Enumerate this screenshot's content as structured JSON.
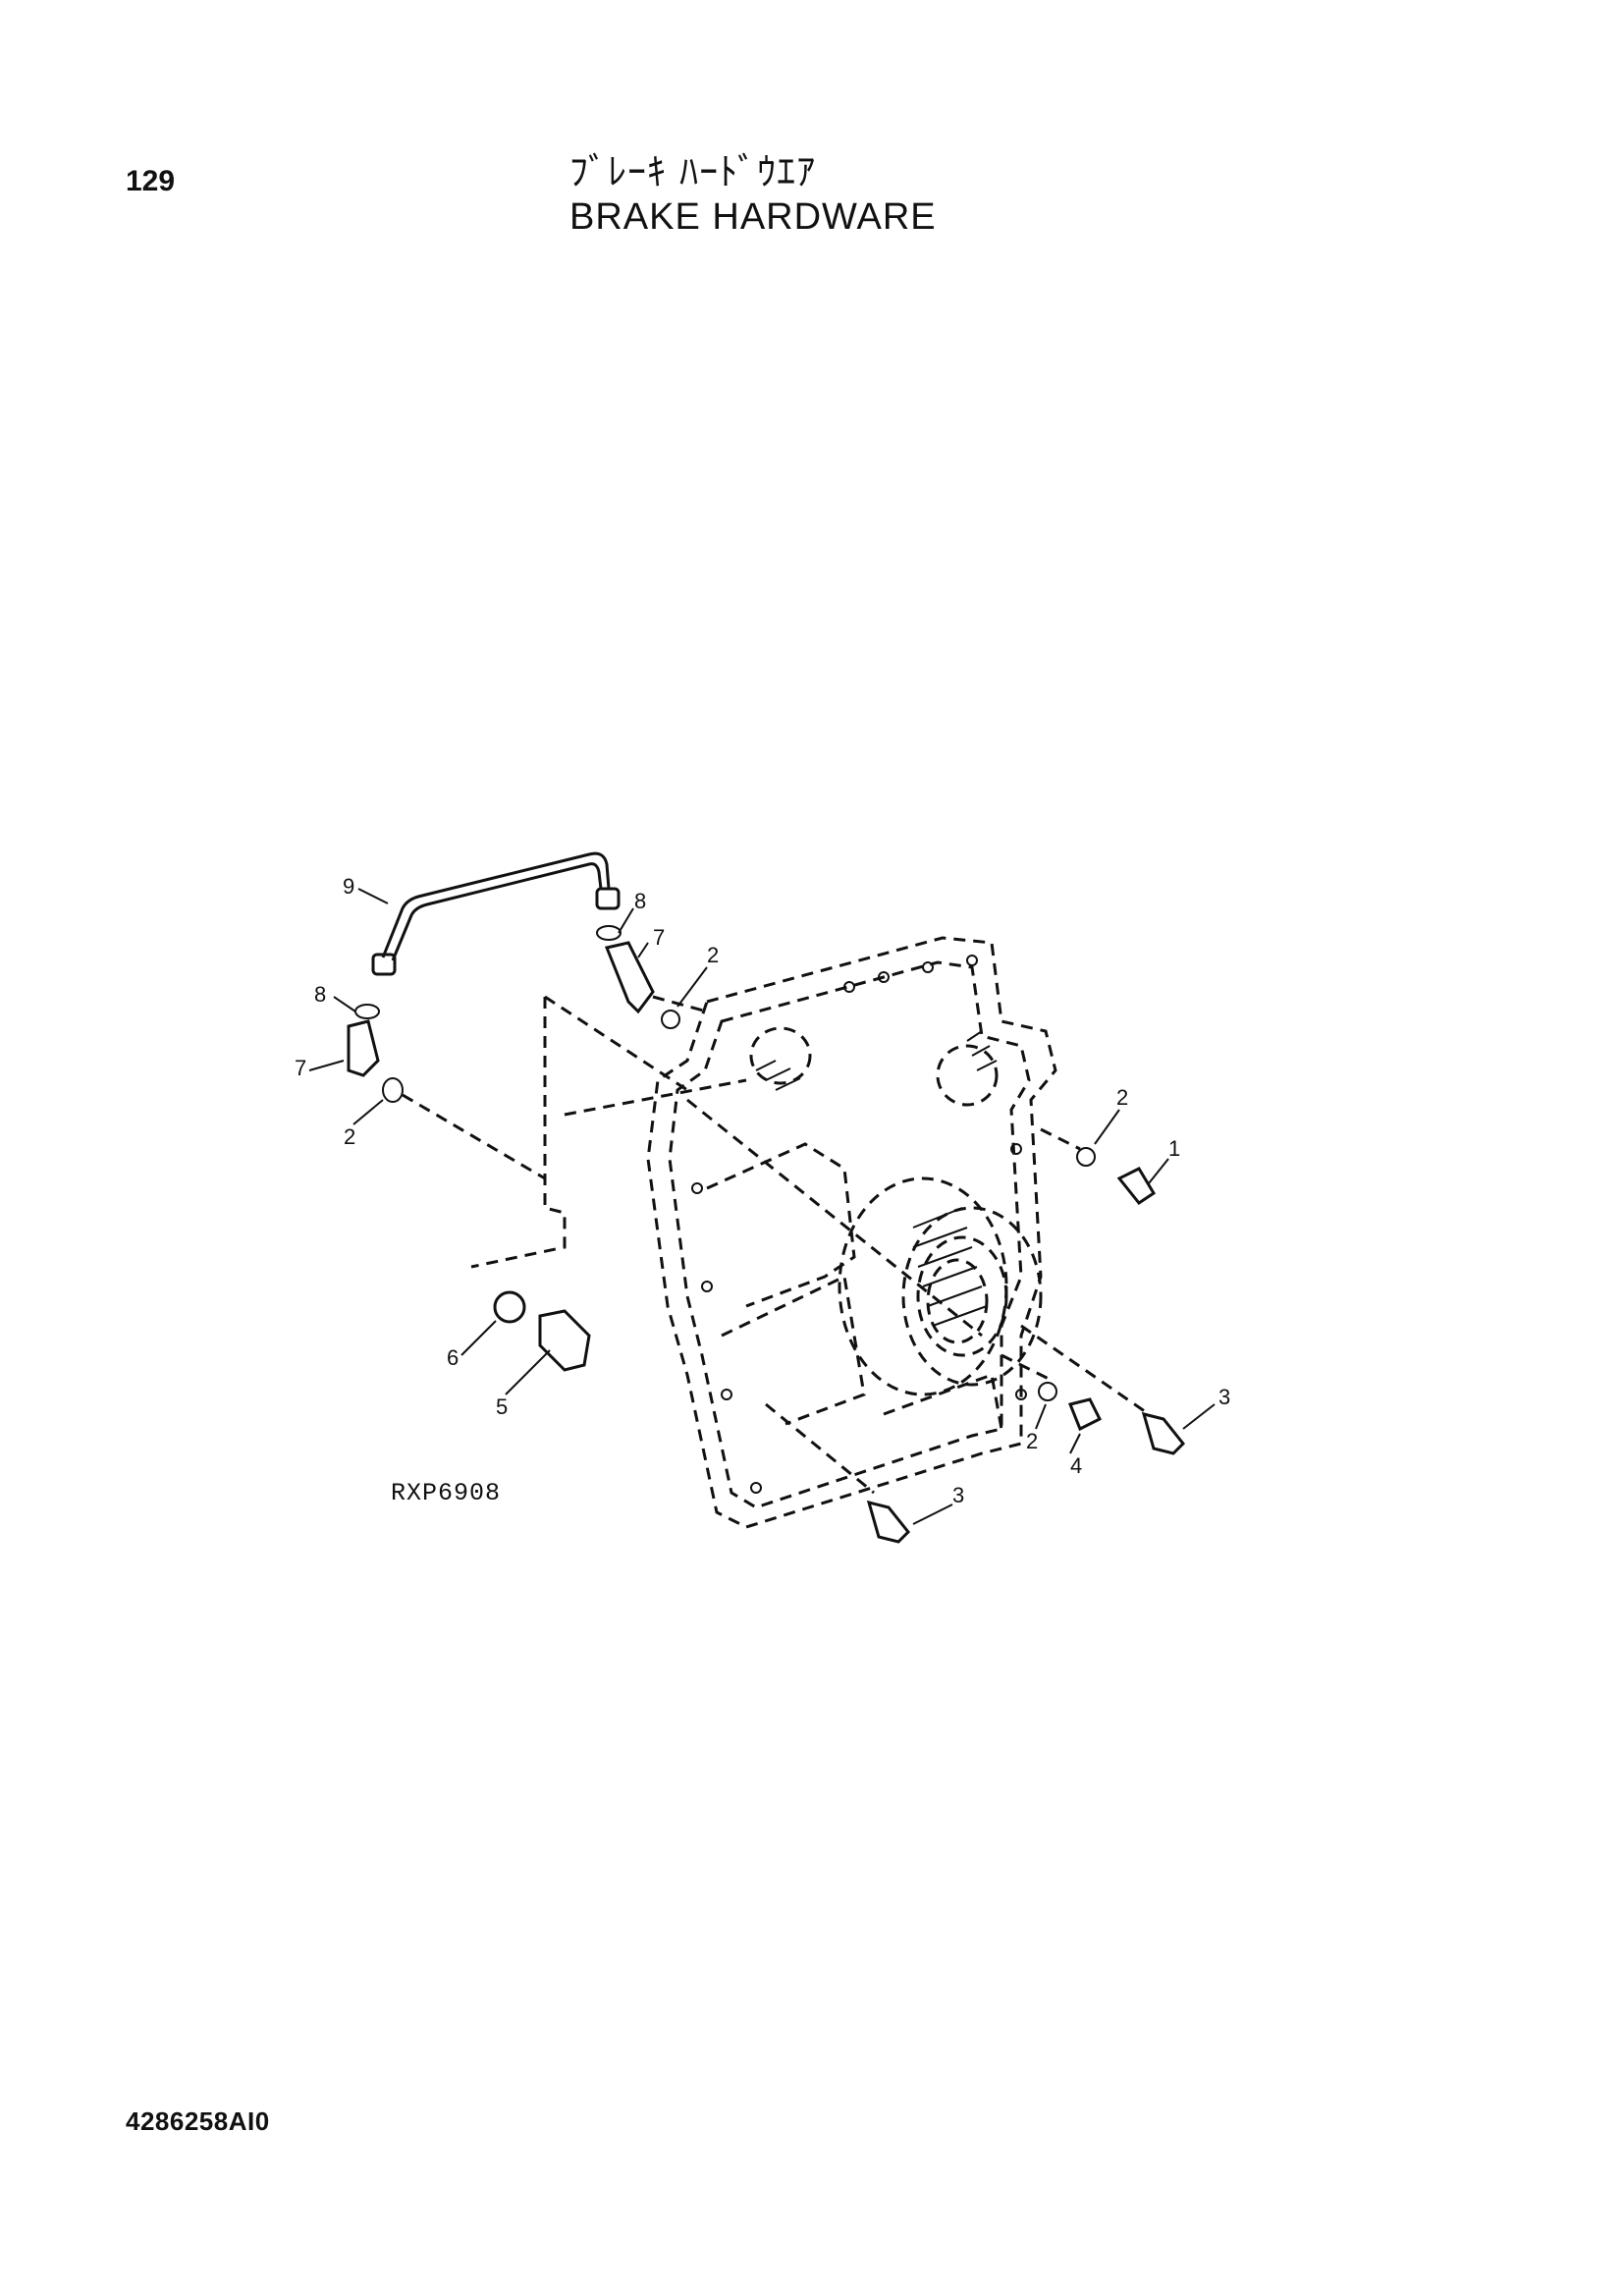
{
  "page": {
    "number": "129",
    "title_jp": "ﾌﾞﾚｰｷ ﾊｰﾄﾞｳｴｱ",
    "title_en": "BRAKE HARDWARE",
    "drawing_code": "RXP6908",
    "catalog_code": "4286258AI0"
  },
  "callouts": [
    "9",
    "8",
    "7",
    "2",
    "8",
    "7",
    "2",
    "2",
    "1",
    "6",
    "5",
    "3",
    "2",
    "4",
    "3"
  ]
}
